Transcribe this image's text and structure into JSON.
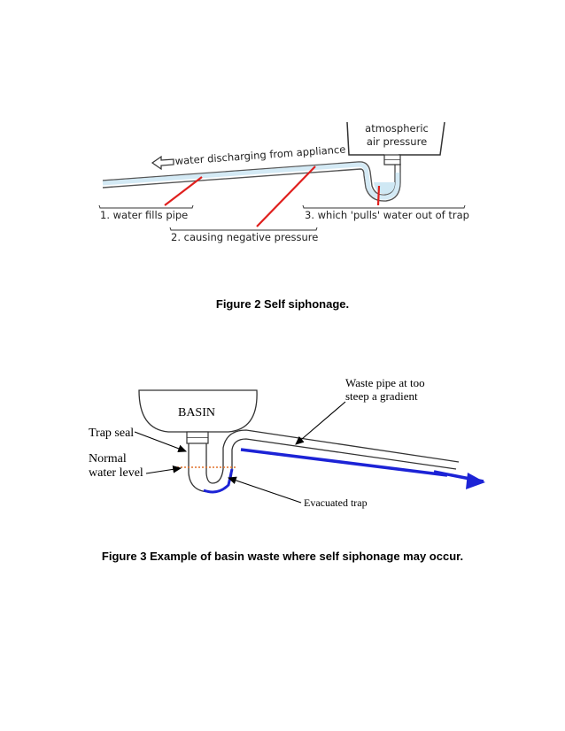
{
  "figure2": {
    "caption": "Figure 2  Self siphonage.",
    "labels": {
      "atmospheric_line1": "atmospheric",
      "atmospheric_line2": "air pressure",
      "water_discharging": "water discharging from appliance",
      "step1": "1. water fills pipe",
      "step2": "2. causing negative pressure",
      "step3": "3. which 'pulls' water out of trap"
    }
  },
  "figure3": {
    "caption": "Figure 3  Example of basin waste where self siphonage may occur.",
    "labels": {
      "basin": "BASIN",
      "trap_seal": "Trap seal",
      "normal_line1": "Normal",
      "normal_line2": "water level",
      "waste_line1": "Waste pipe at too",
      "waste_line2": "steep a gradient",
      "evacuated": "Evacuated trap"
    }
  },
  "colors": {
    "water_light": "#cfe8f4",
    "pointer_red": "#e0201e",
    "water_blue": "#1c23d6",
    "water_level_orange": "#e0702a"
  }
}
